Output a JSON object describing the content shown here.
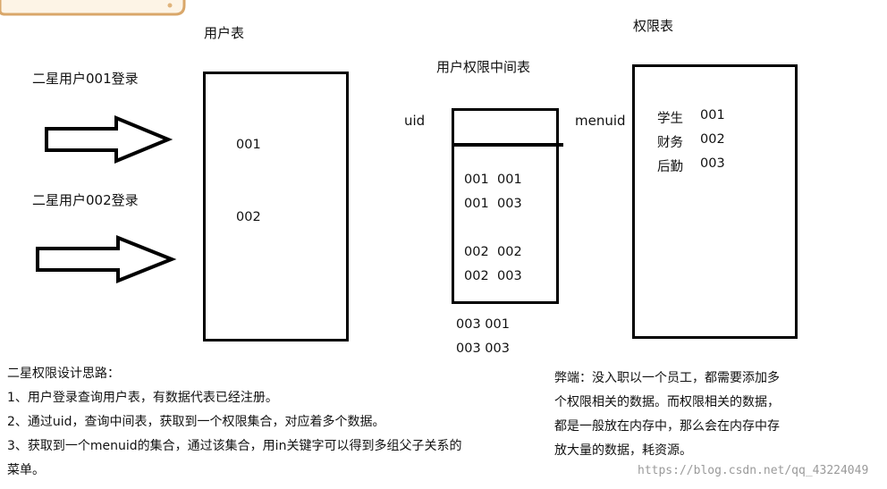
{
  "labels": {
    "user_table": "用户表",
    "perm_table": "权限表",
    "mid_table": "用户权限中间表",
    "login1": "二星用户001登录",
    "login2": "二星用户002登录",
    "uid": "uid",
    "menuid": "menuid"
  },
  "user_table_rows": [
    "001",
    "002"
  ],
  "mid_rows": [
    {
      "a": "001",
      "b": "001"
    },
    {
      "a": "001",
      "b": "003"
    },
    {
      "a": "002",
      "b": "002"
    },
    {
      "a": "002",
      "b": "003"
    }
  ],
  "mid_extra": [
    "003 001",
    "003 003"
  ],
  "perm_rows": [
    {
      "name": "学生",
      "id": "001"
    },
    {
      "name": "财务",
      "id": "002"
    },
    {
      "name": "后勤",
      "id": "003"
    }
  ],
  "notes": {
    "heading": "二星权限设计思路：",
    "line1": "1、用户登录查询用户表，有数据代表已经注册。",
    "line2": "2、通过uid，查询中间表，获取到一个权限集合，对应着多个数据。",
    "line3": "3、获取到一个menuid的集合，通过该集合，用in关键字可以得到多组父子关系的",
    "line4": "菜单。"
  },
  "drawback": {
    "line1": "弊端：没入职以一个员工，都需要添加多",
    "line2": "个权限相关的数据。而权限相关的数据，",
    "line3": "都是一般放在内存中，那么会在内存中存",
    "line4": "放大量的数据，耗资源。"
  },
  "watermark": "https://blog.csdn.net/qq_43224049"
}
